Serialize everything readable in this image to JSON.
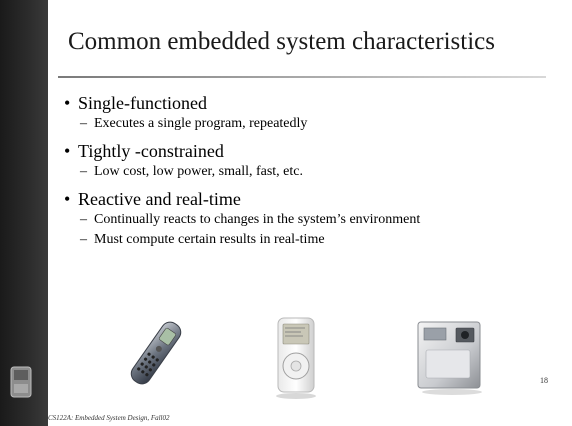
{
  "slide": {
    "title": "Common embedded system characteristics",
    "bullets": [
      {
        "label": "Single-functioned",
        "sub": [
          "Executes a single program, repeatedly"
        ]
      },
      {
        "label": "Tightly -constrained",
        "sub": [
          "Low cost, low power, small, fast, etc."
        ]
      },
      {
        "label": "Reactive and real-time",
        "sub": [
          "Continually reacts to changes in the system’s environment",
          "Must compute certain results in real-time"
        ]
      }
    ],
    "bullet_glyph": "•",
    "sub_glyph": "–",
    "page_number": "18",
    "footer": "CS122A: Embedded System Design, Fall02"
  }
}
